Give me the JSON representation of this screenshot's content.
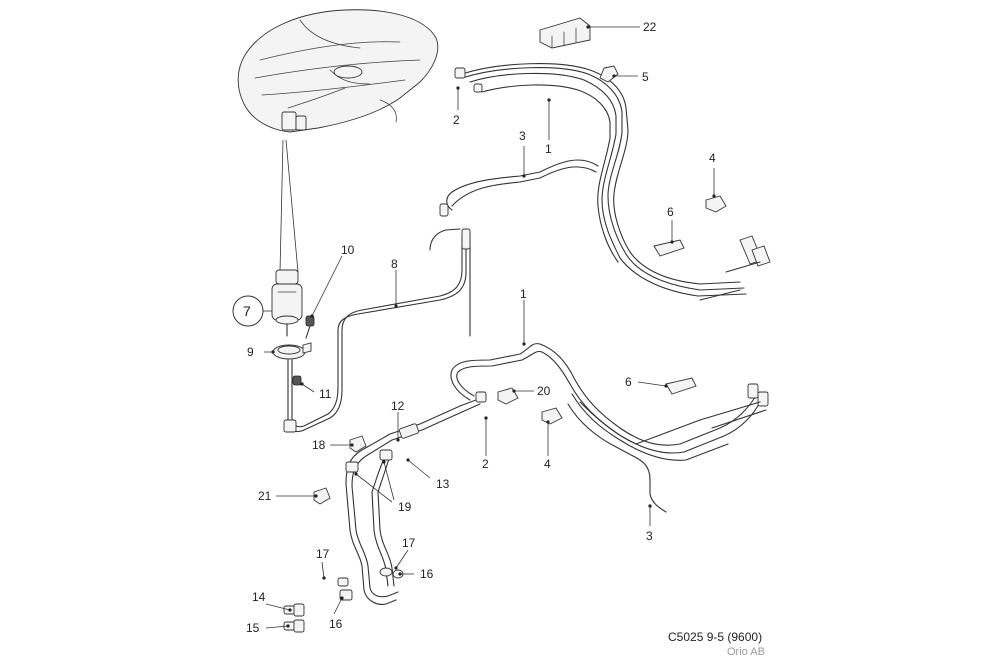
{
  "callouts": [
    {
      "id": "22",
      "text": "22"
    },
    {
      "id": "5",
      "text": "5"
    },
    {
      "id": "2a",
      "text": "2"
    },
    {
      "id": "3a",
      "text": "3"
    },
    {
      "id": "1a",
      "text": "1"
    },
    {
      "id": "4a",
      "text": "4"
    },
    {
      "id": "6a",
      "text": "6"
    },
    {
      "id": "10",
      "text": "10"
    },
    {
      "id": "8",
      "text": "8"
    },
    {
      "id": "7",
      "text": "7"
    },
    {
      "id": "9",
      "text": "9"
    },
    {
      "id": "11",
      "text": "11"
    },
    {
      "id": "1b",
      "text": "1"
    },
    {
      "id": "6b",
      "text": "6"
    },
    {
      "id": "20",
      "text": "20"
    },
    {
      "id": "12",
      "text": "12"
    },
    {
      "id": "18",
      "text": "18"
    },
    {
      "id": "2b",
      "text": "2"
    },
    {
      "id": "4b",
      "text": "4"
    },
    {
      "id": "13",
      "text": "13"
    },
    {
      "id": "19",
      "text": "19"
    },
    {
      "id": "21",
      "text": "21"
    },
    {
      "id": "3b",
      "text": "3"
    },
    {
      "id": "17a",
      "text": "17"
    },
    {
      "id": "17b",
      "text": "17"
    },
    {
      "id": "16a",
      "text": "16"
    },
    {
      "id": "14",
      "text": "14"
    },
    {
      "id": "15",
      "text": "15"
    },
    {
      "id": "16b",
      "text": "16"
    }
  ],
  "caption": {
    "code": "C5025 9-5 (9600)",
    "owner": "Orio AB"
  }
}
